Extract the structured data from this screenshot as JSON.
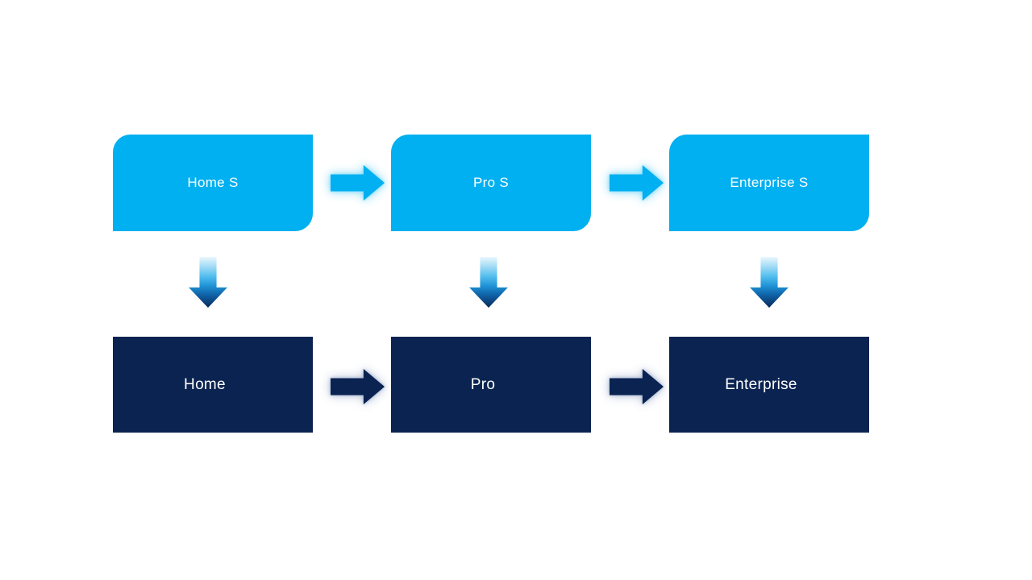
{
  "diagram": {
    "type": "flow",
    "colors": {
      "top_box_fill": "#00b0f0",
      "bottom_box_fill": "#0a2351",
      "label_text": "#ffffff",
      "background": "#ffffff",
      "down_arrow_gradient_top": "#eaf7fe",
      "down_arrow_gradient_bottom": "#0b2956"
    },
    "columns": [
      {
        "top": "Home S",
        "bottom": "Home"
      },
      {
        "top": "Pro S",
        "bottom": "Pro"
      },
      {
        "top": "Enterprise S",
        "bottom": "Enterprise"
      }
    ],
    "edges": [
      {
        "from": "Home S",
        "to": "Pro S",
        "direction": "right"
      },
      {
        "from": "Pro S",
        "to": "Enterprise S",
        "direction": "right"
      },
      {
        "from": "Home S",
        "to": "Home",
        "direction": "down"
      },
      {
        "from": "Pro S",
        "to": "Pro",
        "direction": "down"
      },
      {
        "from": "Enterprise S",
        "to": "Enterprise",
        "direction": "down"
      },
      {
        "from": "Home",
        "to": "Pro",
        "direction": "right"
      },
      {
        "from": "Pro",
        "to": "Enterprise",
        "direction": "right"
      }
    ]
  }
}
